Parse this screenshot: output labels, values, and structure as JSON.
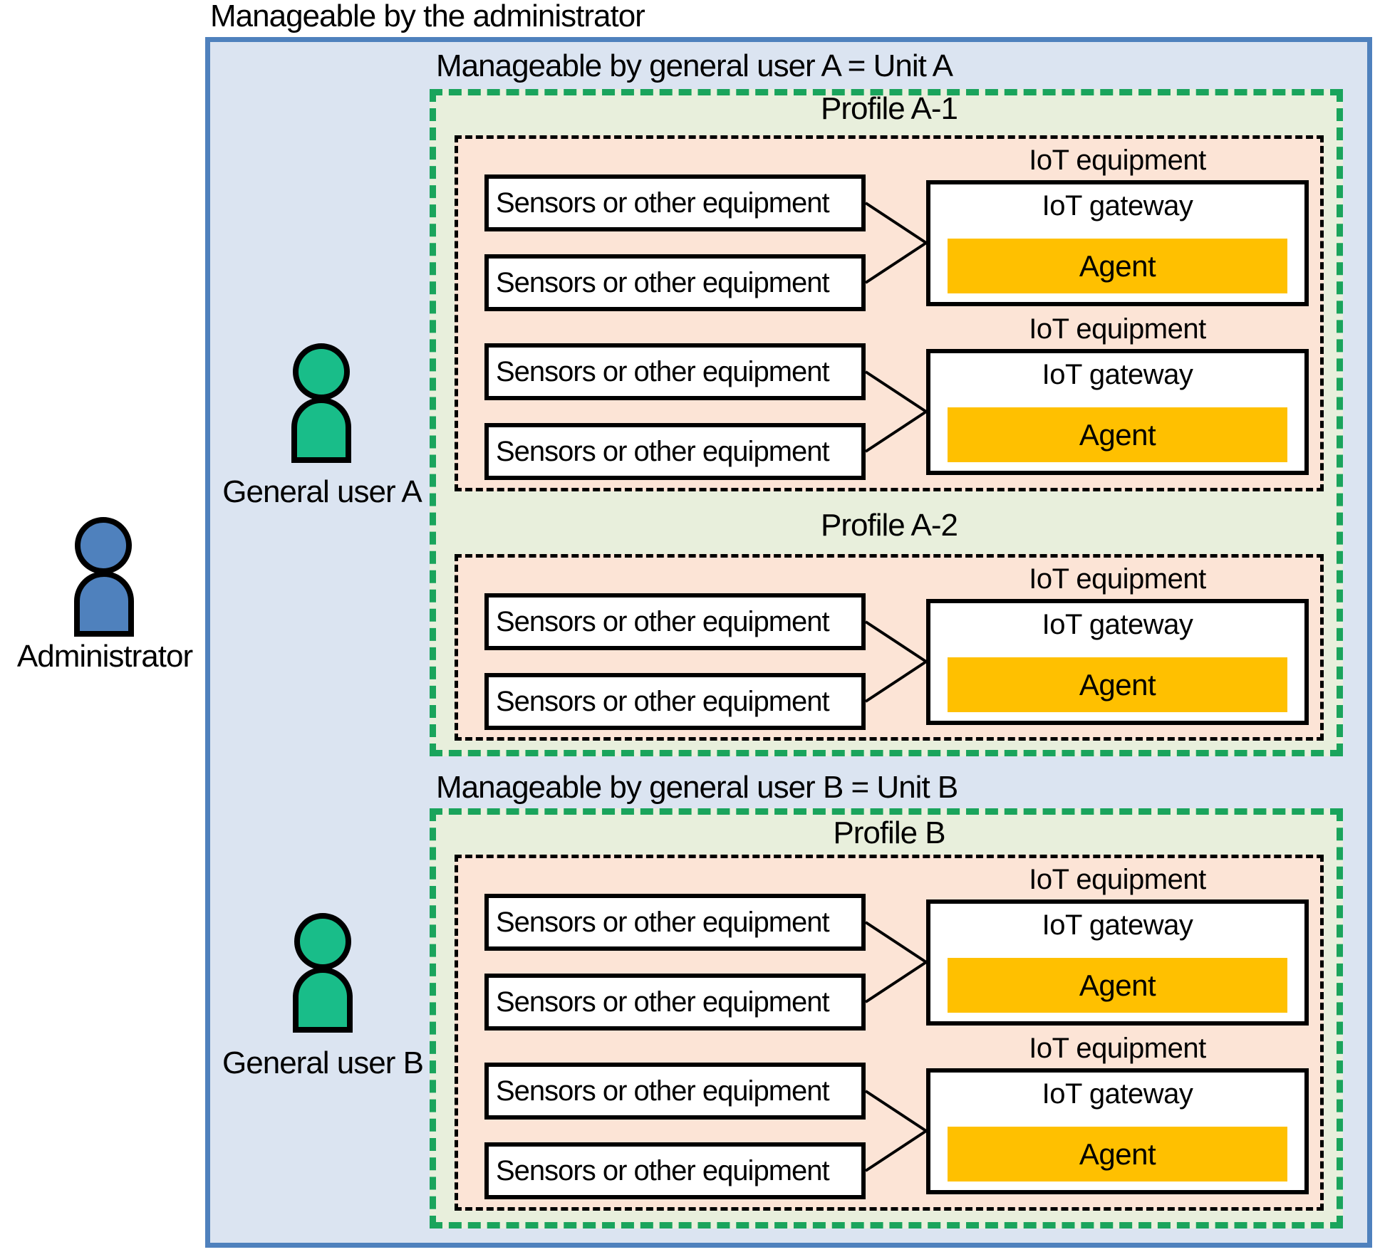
{
  "page_title": "Manageable by the administrator",
  "administrator": {
    "label": "Administrator"
  },
  "users": [
    {
      "label": "General user A"
    },
    {
      "label": "General user B"
    }
  ],
  "units": [
    {
      "title": "Manageable by general user A = Unit A",
      "profiles": [
        {
          "title": "Profile A-1",
          "groups": [
            {
              "equipment_label": "IoT equipment",
              "gateway_label": "IoT gateway",
              "agent_label": "Agent",
              "sensors": [
                "Sensors or other equipment",
                "Sensors or other equipment"
              ]
            },
            {
              "equipment_label": "IoT equipment",
              "gateway_label": "IoT gateway",
              "agent_label": "Agent",
              "sensors": [
                "Sensors or other equipment",
                "Sensors or other equipment"
              ]
            }
          ]
        },
        {
          "title": "Profile A-2",
          "groups": [
            {
              "equipment_label": "IoT equipment",
              "gateway_label": "IoT gateway",
              "agent_label": "Agent",
              "sensors": [
                "Sensors or other equipment",
                "Sensors or other equipment"
              ]
            }
          ]
        }
      ]
    },
    {
      "title": "Manageable by general user B = Unit B",
      "profiles": [
        {
          "title": "Profile B",
          "groups": [
            {
              "equipment_label": "IoT equipment",
              "gateway_label": "IoT gateway",
              "agent_label": "Agent",
              "sensors": [
                "Sensors or other equipment",
                "Sensors or other equipment"
              ]
            },
            {
              "equipment_label": "IoT equipment",
              "gateway_label": "IoT gateway",
              "agent_label": "Agent",
              "sensors": [
                "Sensors or other equipment",
                "Sensors or other equipment"
              ]
            }
          ]
        }
      ]
    }
  ],
  "colors": {
    "admin_area_bg": "#dbe4f1",
    "admin_area_border": "#4f81bd",
    "unit_bg": "#e8efdc",
    "unit_border": "#1aa45c",
    "profile_bg": "#fce4d6",
    "profile_border": "#000000",
    "device_bg": "#ffffff",
    "device_border": "#000000",
    "agent_bg": "#ffc000",
    "admin_icon": "#4f81bd",
    "user_icon": "#19bd89",
    "text": "#000000"
  }
}
